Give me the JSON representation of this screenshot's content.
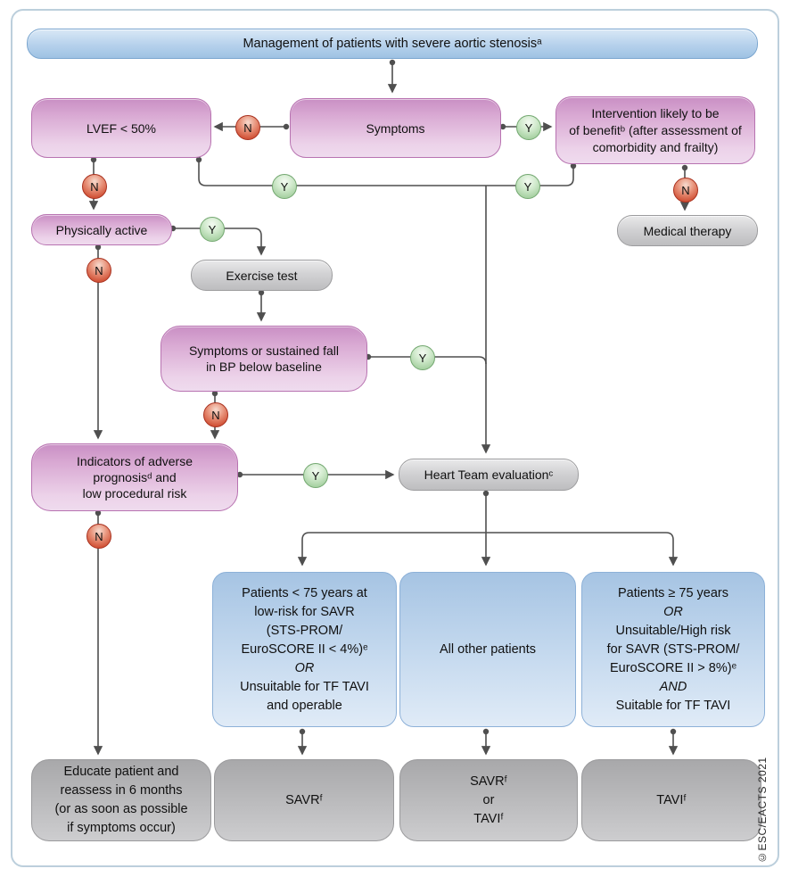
{
  "figure": {
    "title": "Management of patients with severe aortic stenosisᵃ",
    "copyright": "©ESC/EACTS 2021"
  },
  "badge_labels": {
    "yes": "Y",
    "no": "N"
  },
  "nodes": {
    "lvef": {
      "lines": [
        "LVEF < 50%"
      ]
    },
    "symptoms": {
      "lines": [
        "Symptoms"
      ]
    },
    "intervention": {
      "lines": [
        "Intervention likely to be",
        "of benefitᵇ (after assessment of",
        "comorbidity and frailty)"
      ]
    },
    "physically": {
      "lines": [
        "Physically active"
      ]
    },
    "exercise": {
      "lines": [
        "Exercise test"
      ]
    },
    "medical": {
      "lines": [
        "Medical therapy"
      ]
    },
    "sympfall": {
      "lines": [
        "Symptoms or sustained fall",
        "in BP below baseline"
      ]
    },
    "indicators": {
      "lines": [
        "Indicators of adverse",
        "prognosisᵈ and",
        "low procedural risk"
      ]
    },
    "heartteam": {
      "lines": [
        "Heart Team evaluationᶜ"
      ]
    },
    "blue_low_risk": {
      "lines": [
        "Patients < 75 years at",
        "low-risk for SAVR",
        "(STS-PROM/",
        "EuroSCORE II < 4%)ᵉ",
        "OR",
        "Unsuitable for TF TAVI",
        "and operable"
      ]
    },
    "blue_all_other": {
      "lines": [
        "All other patients"
      ]
    },
    "blue_high_risk": {
      "lines": [
        "Patients ≥ 75 years",
        "OR",
        "Unsuitable/High risk",
        "for SAVR (STS-PROM/",
        "EuroSCORE II > 8%)ᵉ",
        "AND",
        "Suitable for TF TAVI"
      ]
    },
    "educate": {
      "lines": [
        "Educate patient and",
        "reassess in 6 months",
        "(or as soon as possible",
        "if symptoms occur)"
      ]
    },
    "savr": {
      "lines": [
        "SAVRᶠ"
      ]
    },
    "savr_or_tavi": {
      "lines": [
        "SAVRᶠ",
        "or",
        "TAVIᶠ"
      ]
    },
    "tavi": {
      "lines": [
        "TAVIᶠ"
      ]
    }
  },
  "colors": {
    "pink_box": "#c98fc4",
    "blue_box": "#a6c4e3",
    "title_box": "#b6d1ec",
    "gray_light": "#d2d2d4",
    "gray_dark": "#b0b0b2",
    "badge_yes": "#8fc18a",
    "badge_no": "#d2553a",
    "wire": "#4f4f4f",
    "frame": "#bccfdc"
  }
}
